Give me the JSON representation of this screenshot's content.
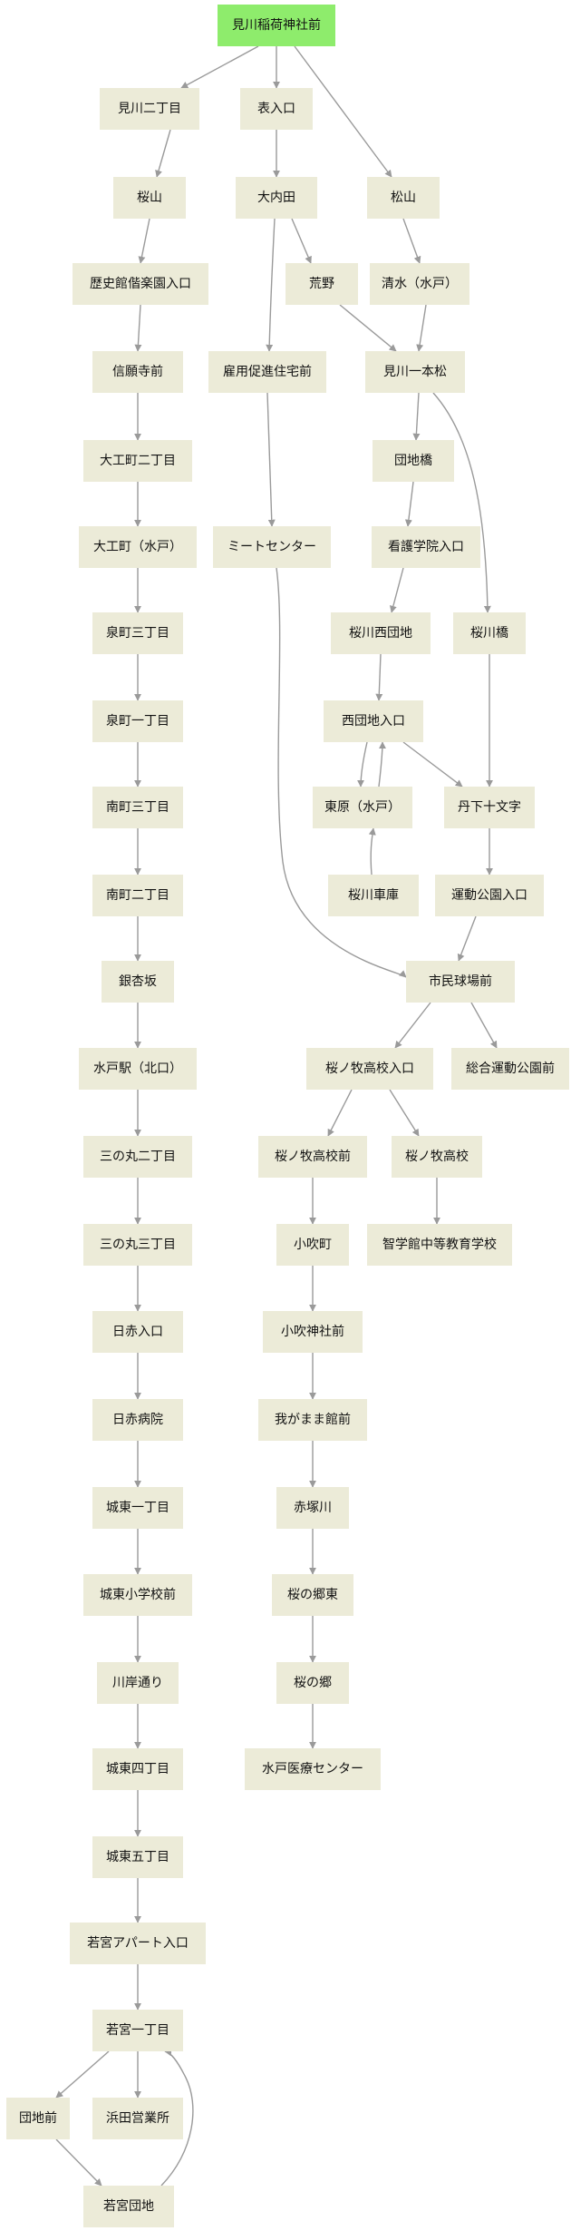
{
  "colors": {
    "node_fill": "#ecebd8",
    "start_fill": "#8eec6c",
    "edge": "#9a9a9a",
    "text": "#111111"
  },
  "stops": {
    "s0": "見川稲荷神社前",
    "s1": "見川二丁目",
    "s2": "表入口",
    "s3": "松山",
    "s4": "桜山",
    "s5": "大内田",
    "s6": "歴史館偕楽園入口",
    "s7": "荒野",
    "s8": "清水（水戸）",
    "s9": "信願寺前",
    "s10": "雇用促進住宅前",
    "s11": "見川一本松",
    "s12": "大工町二丁目",
    "s13": "団地橋",
    "s14": "大工町（水戸）",
    "s15": "ミートセンター",
    "s16": "看護学院入口",
    "s17": "泉町三丁目",
    "s18": "桜川西団地",
    "s19": "桜川橋",
    "s20": "泉町一丁目",
    "s21": "西団地入口",
    "s22": "南町三丁目",
    "s23": "東原（水戸）",
    "s24": "丹下十文字",
    "s25": "南町二丁目",
    "s26": "桜川車庫",
    "s27": "運動公園入口",
    "s28": "銀杏坂",
    "s29": "市民球場前",
    "s30": "水戸駅（北口）",
    "s31": "桜ノ牧高校入口",
    "s32": "総合運動公園前",
    "s33": "三の丸二丁目",
    "s34": "桜ノ牧高校前",
    "s35": "桜ノ牧高校",
    "s36": "三の丸三丁目",
    "s37": "小吹町",
    "s38": "智学館中等教育学校",
    "s39": "日赤入口",
    "s40": "小吹神社前",
    "s41": "日赤病院",
    "s42": "我がまま館前",
    "s43": "城東一丁目",
    "s44": "赤塚川",
    "s45": "城東小学校前",
    "s46": "桜の郷東",
    "s47": "川岸通り",
    "s48": "桜の郷",
    "s49": "城東四丁目",
    "s50": "水戸医療センター",
    "s51": "城東五丁目",
    "s52": "若宮アパート入口",
    "s53": "若宮一丁目",
    "s54": "団地前",
    "s55": "浜田営業所",
    "s56": "若宮団地"
  },
  "edges": [
    [
      "s0",
      "s1"
    ],
    [
      "s0",
      "s2"
    ],
    [
      "s0",
      "s3"
    ],
    [
      "s1",
      "s4"
    ],
    [
      "s4",
      "s6"
    ],
    [
      "s6",
      "s9"
    ],
    [
      "s9",
      "s12"
    ],
    [
      "s12",
      "s14"
    ],
    [
      "s14",
      "s17"
    ],
    [
      "s17",
      "s20"
    ],
    [
      "s20",
      "s22"
    ],
    [
      "s22",
      "s25"
    ],
    [
      "s25",
      "s28"
    ],
    [
      "s28",
      "s30"
    ],
    [
      "s30",
      "s33"
    ],
    [
      "s33",
      "s36"
    ],
    [
      "s36",
      "s39"
    ],
    [
      "s39",
      "s41"
    ],
    [
      "s41",
      "s43"
    ],
    [
      "s43",
      "s45"
    ],
    [
      "s45",
      "s47"
    ],
    [
      "s47",
      "s49"
    ],
    [
      "s49",
      "s51"
    ],
    [
      "s51",
      "s52"
    ],
    [
      "s52",
      "s53"
    ],
    [
      "s53",
      "s54"
    ],
    [
      "s53",
      "s55"
    ],
    [
      "s54",
      "s56"
    ],
    [
      "s56",
      "s53"
    ],
    [
      "s2",
      "s5"
    ],
    [
      "s5",
      "s7"
    ],
    [
      "s5",
      "s10"
    ],
    [
      "s7",
      "s11"
    ],
    [
      "s10",
      "s15"
    ],
    [
      "s15",
      "s29"
    ],
    [
      "s3",
      "s8"
    ],
    [
      "s8",
      "s11"
    ],
    [
      "s11",
      "s13"
    ],
    [
      "s11",
      "s19"
    ],
    [
      "s13",
      "s16"
    ],
    [
      "s16",
      "s18"
    ],
    [
      "s18",
      "s21"
    ],
    [
      "s21",
      "s23"
    ],
    [
      "s23",
      "s21"
    ],
    [
      "s26",
      "s23"
    ],
    [
      "s21",
      "s24"
    ],
    [
      "s19",
      "s24"
    ],
    [
      "s24",
      "s27"
    ],
    [
      "s27",
      "s29"
    ],
    [
      "s29",
      "s31"
    ],
    [
      "s29",
      "s32"
    ],
    [
      "s31",
      "s34"
    ],
    [
      "s31",
      "s35"
    ],
    [
      "s35",
      "s38"
    ],
    [
      "s34",
      "s37"
    ],
    [
      "s37",
      "s40"
    ],
    [
      "s40",
      "s42"
    ],
    [
      "s42",
      "s44"
    ],
    [
      "s44",
      "s46"
    ],
    [
      "s46",
      "s48"
    ],
    [
      "s48",
      "s50"
    ]
  ]
}
